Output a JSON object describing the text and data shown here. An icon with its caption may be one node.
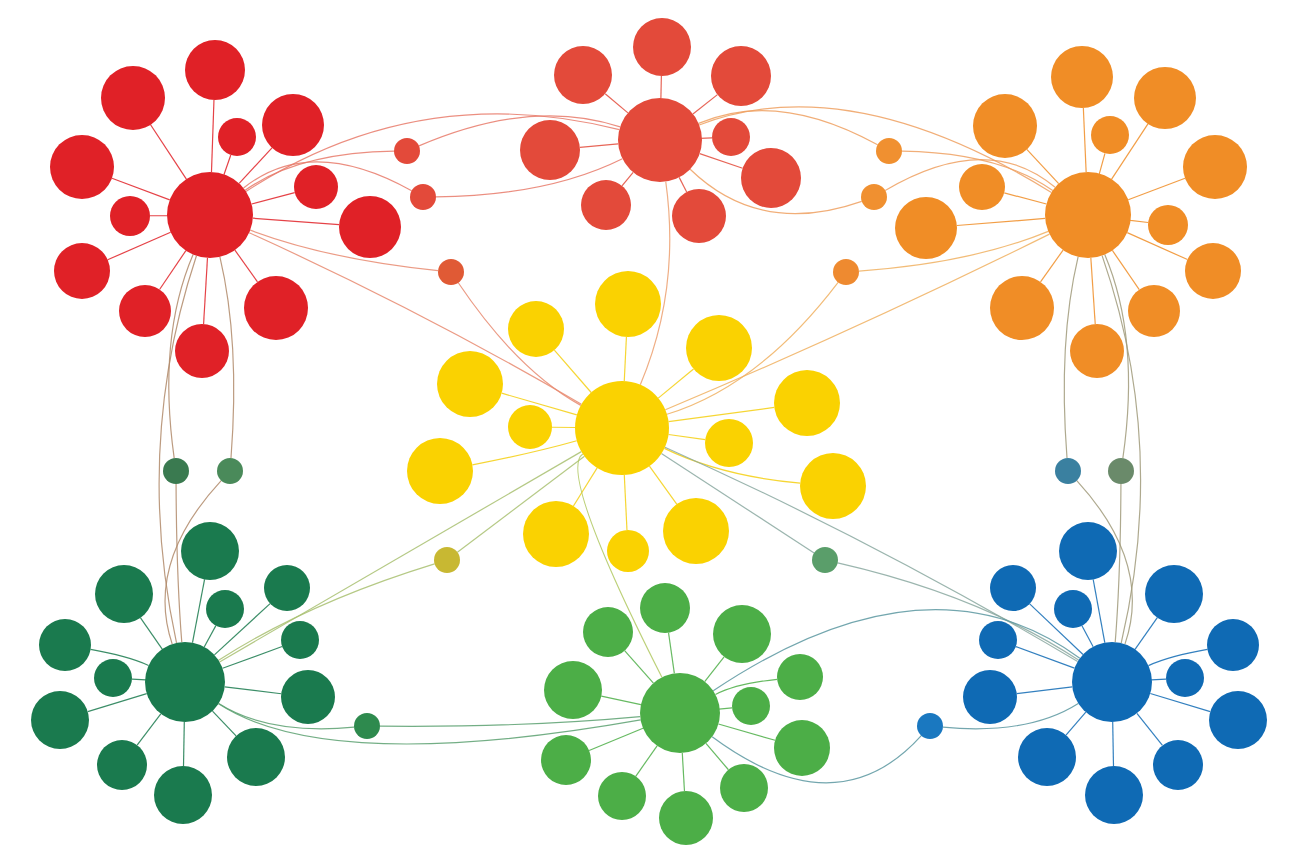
{
  "diagram": {
    "nodes": [
      {
        "text": [],
        "shape": "circle"
      },
      {
        "text": [],
        "shape": "circle"
      },
      {
        "text": [],
        "shape": "circle"
      },
      {
        "text": [],
        "shape": "circle"
      },
      {
        "text": [],
        "shape": "circle"
      },
      {
        "text": [],
        "shape": "circle"
      },
      {
        "text": [],
        "shape": "circle"
      },
      {
        "text": [],
        "shape": "circle"
      },
      {
        "text": [],
        "shape": "circle"
      },
      {
        "text": [],
        "shape": "circle"
      },
      {
        "text": [],
        "shape": "circle"
      },
      {
        "text": [],
        "shape": "circle"
      },
      {
        "text": [],
        "shape": "circle"
      },
      {
        "text": [],
        "shape": "circle"
      },
      {
        "text": [],
        "shape": "circle"
      },
      {
        "text": [],
        "shape": "circle"
      },
      {
        "text": [],
        "shape": "circle"
      },
      {
        "text": [],
        "shape": "circle"
      },
      {
        "text": [],
        "shape": "circle"
      },
      {
        "text": [],
        "shape": "circle"
      },
      {
        "text": [],
        "shape": "circle"
      },
      {
        "text": [],
        "shape": "circle"
      },
      {
        "text": [],
        "shape": "circle"
      },
      {
        "text": [],
        "shape": "circle"
      },
      {
        "text": [],
        "shape": "circle"
      },
      {
        "text": [],
        "shape": "circle"
      },
      {
        "text": [],
        "shape": "circle"
      },
      {
        "text": [],
        "shape": "circle"
      },
      {
        "text": [],
        "shape": "circle"
      },
      {
        "text": [],
        "shape": "circle"
      },
      {
        "text": [],
        "shape": "circle"
      },
      {
        "text": [],
        "shape": "circle"
      },
      {
        "text": [],
        "shape": "circle"
      },
      {
        "text": [],
        "shape": "circle"
      },
      {
        "text": [],
        "shape": "circle"
      },
      {
        "text": [],
        "shape": "circle"
      },
      {
        "text": [],
        "shape": "circle"
      },
      {
        "text": [],
        "shape": "circle"
      },
      {
        "text": [],
        "shape": "circle"
      },
      {
        "text": [],
        "shape": "circle"
      },
      {
        "text": [],
        "shape": "circle"
      },
      {
        "text": [],
        "shape": "circle"
      },
      {
        "text": [],
        "shape": "circle"
      },
      {
        "text": [],
        "shape": "circle"
      },
      {
        "text": [],
        "shape": "circle"
      },
      {
        "text": [],
        "shape": "circle"
      },
      {
        "text": [],
        "shape": "circle"
      },
      {
        "text": [],
        "shape": "circle"
      },
      {
        "text": [],
        "shape": "circle"
      },
      {
        "text": [],
        "shape": "circle"
      },
      {
        "text": [],
        "shape": "circle"
      },
      {
        "text": [],
        "shape": "circle"
      },
      {
        "text": [],
        "shape": "circle"
      },
      {
        "text": [],
        "shape": "circle"
      },
      {
        "text": [],
        "shape": "circle"
      },
      {
        "text": [],
        "shape": "circle"
      },
      {
        "text": [],
        "shape": "circle"
      },
      {
        "text": [],
        "shape": "circle"
      },
      {
        "text": [],
        "shape": "circle"
      },
      {
        "text": [],
        "shape": "circle"
      },
      {
        "text": [],
        "shape": "circle"
      },
      {
        "text": [],
        "shape": "circle"
      },
      {
        "text": [],
        "shape": "circle"
      },
      {
        "text": [],
        "shape": "circle"
      },
      {
        "text": [],
        "shape": "circle"
      },
      {
        "text": [],
        "shape": "circle"
      },
      {
        "text": [],
        "shape": "circle"
      },
      {
        "text": [],
        "shape": "circle"
      },
      {
        "text": [],
        "shape": "circle"
      },
      {
        "text": [],
        "shape": "circle"
      },
      {
        "text": [],
        "shape": "circle"
      },
      {
        "text": [],
        "shape": "circle"
      },
      {
        "text": [],
        "shape": "circle"
      },
      {
        "text": [],
        "shape": "circle"
      },
      {
        "text": [],
        "shape": "circle"
      },
      {
        "text": [],
        "shape": "circle"
      },
      {
        "text": [],
        "shape": "circle"
      },
      {
        "text": [],
        "shape": "circle"
      },
      {
        "text": [],
        "shape": "circle"
      },
      {
        "text": [],
        "shape": "circle"
      },
      {
        "text": [],
        "shape": "circle"
      },
      {
        "text": [],
        "shape": "circle"
      },
      {
        "text": [],
        "shape": "circle"
      },
      {
        "text": [],
        "shape": "circle"
      },
      {
        "text": [],
        "shape": "circle"
      },
      {
        "text": [],
        "shape": "circle"
      },
      {
        "text": [],
        "shape": "circle"
      },
      {
        "text": [],
        "shape": "circle"
      },
      {
        "text": [],
        "shape": "circle"
      },
      {
        "text": [],
        "shape": "circle"
      },
      {
        "text": [],
        "shape": "circle"
      },
      {
        "text": [],
        "shape": "circle"
      },
      {
        "text": [],
        "shape": "circle"
      },
      {
        "text": [],
        "shape": "circle"
      },
      {
        "text": [],
        "shape": "circle"
      },
      {
        "text": [],
        "shape": "circle"
      },
      {
        "text": [],
        "shape": "circle"
      },
      {
        "text": [],
        "shape": "circle"
      },
      {
        "text": [],
        "shape": "circle"
      },
      {
        "text": [],
        "shape": "circle"
      }
    ],
    "edges": [
      {
        "from": 0,
        "to": 1,
        "arrow": "none",
        "color": "#e02127"
      },
      {
        "from": 0,
        "to": 2,
        "arrow": "none",
        "color": "#e02127"
      },
      {
        "from": 0,
        "to": 3,
        "arrow": "none",
        "color": "#e02127"
      },
      {
        "from": 0,
        "to": 4,
        "arrow": "none",
        "color": "#e02127"
      },
      {
        "from": 0,
        "to": 5,
        "arrow": "none",
        "color": "#e02127"
      },
      {
        "from": 0,
        "to": 6,
        "arrow": "none",
        "color": "#e02127"
      },
      {
        "from": 0,
        "to": 7,
        "arrow": "none",
        "color": "#e02127"
      },
      {
        "from": 0,
        "to": 8,
        "arrow": "none",
        "color": "#e02127"
      },
      {
        "from": 0,
        "to": 9,
        "arrow": "none",
        "color": "#e02127"
      },
      {
        "from": 0,
        "to": 10,
        "arrow": "none",
        "color": "#e02127"
      },
      {
        "from": 0,
        "to": 11,
        "arrow": "none",
        "color": "#e02127"
      },
      {
        "from": 0,
        "to": 12,
        "arrow": "none",
        "color": "#e02127"
      },
      {
        "from": 13,
        "to": 14,
        "arrow": "none",
        "color": "#e34a3a"
      },
      {
        "from": 13,
        "to": 15,
        "arrow": "none",
        "color": "#e34a3a"
      },
      {
        "from": 13,
        "to": 16,
        "arrow": "none",
        "color": "#e34a3a"
      },
      {
        "from": 13,
        "to": 17,
        "arrow": "none",
        "color": "#e34a3a"
      },
      {
        "from": 13,
        "to": 18,
        "arrow": "none",
        "color": "#e34a3a"
      },
      {
        "from": 13,
        "to": 19,
        "arrow": "none",
        "color": "#e34a3a"
      },
      {
        "from": 13,
        "to": 20,
        "arrow": "none",
        "color": "#e34a3a"
      },
      {
        "from": 13,
        "to": 21,
        "arrow": "none",
        "color": "#e34a3a"
      },
      {
        "from": 25,
        "to": 26,
        "arrow": "none",
        "color": "#f08d26"
      },
      {
        "from": 25,
        "to": 27,
        "arrow": "none",
        "color": "#f08d26"
      },
      {
        "from": 25,
        "to": 28,
        "arrow": "none",
        "color": "#f08d26"
      },
      {
        "from": 25,
        "to": 29,
        "arrow": "none",
        "color": "#f08d26"
      },
      {
        "from": 25,
        "to": 30,
        "arrow": "none",
        "color": "#f08d26"
      },
      {
        "from": 25,
        "to": 31,
        "arrow": "none",
        "color": "#f08d26"
      },
      {
        "from": 25,
        "to": 32,
        "arrow": "none",
        "color": "#f08d26"
      },
      {
        "from": 25,
        "to": 33,
        "arrow": "none",
        "color": "#f08d26"
      },
      {
        "from": 25,
        "to": 34,
        "arrow": "none",
        "color": "#f08d26"
      },
      {
        "from": 25,
        "to": 35,
        "arrow": "none",
        "color": "#f08d26"
      },
      {
        "from": 25,
        "to": 36,
        "arrow": "none",
        "color": "#f08d26"
      },
      {
        "from": 25,
        "to": 37,
        "arrow": "none",
        "color": "#f08d26"
      },
      {
        "from": 41,
        "to": 42,
        "arrow": "none",
        "color": "#f5cf10"
      },
      {
        "from": 41,
        "to": 43,
        "arrow": "none",
        "color": "#f5cf10"
      },
      {
        "from": 41,
        "to": 44,
        "arrow": "none",
        "color": "#f5cf10"
      },
      {
        "from": 41,
        "to": 45,
        "arrow": "none",
        "color": "#f5cf10"
      },
      {
        "from": 41,
        "to": 46,
        "arrow": "none",
        "color": "#f5cf10"
      },
      {
        "from": 41,
        "to": 47,
        "arrow": "none",
        "color": "#f5cf10"
      },
      {
        "from": 41,
        "to": 48,
        "arrow": "none",
        "color": "#f5cf10"
      },
      {
        "from": 41,
        "to": 49,
        "arrow": "none",
        "color": "#f5cf10"
      },
      {
        "from": 41,
        "to": 50,
        "arrow": "none",
        "color": "#f5cf10"
      },
      {
        "from": 41,
        "to": 51,
        "arrow": "none",
        "color": "#f5cf10"
      },
      {
        "from": 41,
        "to": 52,
        "arrow": "none",
        "color": "#f5cf10"
      },
      {
        "from": 41,
        "to": 53,
        "arrow": "none",
        "color": "#f5cf10"
      },
      {
        "from": 56,
        "to": 57,
        "arrow": "none",
        "color": "#1a7a4e"
      },
      {
        "from": 56,
        "to": 58,
        "arrow": "none",
        "color": "#1a7a4e"
      },
      {
        "from": 56,
        "to": 59,
        "arrow": "none",
        "color": "#1a7a4e"
      },
      {
        "from": 56,
        "to": 60,
        "arrow": "none",
        "color": "#1a7a4e"
      },
      {
        "from": 56,
        "to": 61,
        "arrow": "none",
        "color": "#1a7a4e"
      },
      {
        "from": 56,
        "to": 62,
        "arrow": "none",
        "color": "#1a7a4e"
      },
      {
        "from": 56,
        "to": 63,
        "arrow": "none",
        "color": "#1a7a4e"
      },
      {
        "from": 56,
        "to": 64,
        "arrow": "none",
        "color": "#1a7a4e"
      },
      {
        "from": 56,
        "to": 65,
        "arrow": "none",
        "color": "#1a7a4e"
      },
      {
        "from": 56,
        "to": 66,
        "arrow": "none",
        "color": "#1a7a4e"
      },
      {
        "from": 56,
        "to": 67,
        "arrow": "none",
        "color": "#1a7a4e"
      },
      {
        "from": 56,
        "to": 68,
        "arrow": "none",
        "color": "#1a7a4e"
      },
      {
        "from": 72,
        "to": 73,
        "arrow": "none",
        "color": "#4cae47"
      },
      {
        "from": 72,
        "to": 74,
        "arrow": "none",
        "color": "#4cae47"
      },
      {
        "from": 72,
        "to": 75,
        "arrow": "none",
        "color": "#4cae47"
      },
      {
        "from": 72,
        "to": 76,
        "arrow": "none",
        "color": "#4cae47"
      },
      {
        "from": 72,
        "to": 77,
        "arrow": "none",
        "color": "#4cae47"
      },
      {
        "from": 72,
        "to": 78,
        "arrow": "none",
        "color": "#4cae47"
      },
      {
        "from": 72,
        "to": 79,
        "arrow": "none",
        "color": "#4cae47"
      },
      {
        "from": 72,
        "to": 80,
        "arrow": "none",
        "color": "#4cae47"
      },
      {
        "from": 72,
        "to": 81,
        "arrow": "none",
        "color": "#4cae47"
      },
      {
        "from": 72,
        "to": 82,
        "arrow": "none",
        "color": "#4cae47"
      },
      {
        "from": 72,
        "to": 83,
        "arrow": "none",
        "color": "#4cae47"
      },
      {
        "from": 84,
        "to": 85,
        "arrow": "none",
        "color": "#0f6ab4"
      },
      {
        "from": 84,
        "to": 86,
        "arrow": "none",
        "color": "#0f6ab4"
      },
      {
        "from": 84,
        "to": 87,
        "arrow": "none",
        "color": "#0f6ab4"
      },
      {
        "from": 84,
        "to": 88,
        "arrow": "none",
        "color": "#0f6ab4"
      },
      {
        "from": 84,
        "to": 89,
        "arrow": "none",
        "color": "#0f6ab4"
      },
      {
        "from": 84,
        "to": 90,
        "arrow": "none",
        "color": "#0f6ab4"
      },
      {
        "from": 84,
        "to": 91,
        "arrow": "none",
        "color": "#0f6ab4"
      },
      {
        "from": 84,
        "to": 92,
        "arrow": "none",
        "color": "#0f6ab4"
      },
      {
        "from": 84,
        "to": 93,
        "arrow": "none",
        "color": "#0f6ab4"
      },
      {
        "from": 84,
        "to": 94,
        "arrow": "none",
        "color": "#0f6ab4"
      },
      {
        "from": 84,
        "to": 95,
        "arrow": "none",
        "color": "#0f6ab4"
      },
      {
        "from": 84,
        "to": 96,
        "arrow": "none",
        "color": "#0f6ab4"
      },
      {
        "from": 0,
        "to": 22,
        "arrow": "none",
        "color": "#e87a6a"
      },
      {
        "from": 22,
        "to": 13,
        "arrow": "none",
        "color": "#e87a6a"
      },
      {
        "from": 0,
        "to": 23,
        "arrow": "none",
        "color": "#e87a6a"
      },
      {
        "from": 23,
        "to": 13,
        "arrow": "none",
        "color": "#e87a6a"
      },
      {
        "from": 0,
        "to": 13,
        "arrow": "none",
        "color": "#e87a6a"
      },
      {
        "from": 13,
        "to": 38,
        "arrow": "none",
        "color": "#eea060"
      },
      {
        "from": 38,
        "to": 25,
        "arrow": "none",
        "color": "#eea060"
      },
      {
        "from": 13,
        "to": 39,
        "arrow": "none",
        "color": "#eea060"
      },
      {
        "from": 39,
        "to": 25,
        "arrow": "none",
        "color": "#eea060"
      },
      {
        "from": 13,
        "to": 25,
        "arrow": "none",
        "color": "#eea060"
      },
      {
        "from": 0,
        "to": 24,
        "arrow": "none",
        "color": "#e88a70"
      },
      {
        "from": 24,
        "to": 41,
        "arrow": "none",
        "color": "#e88a70"
      },
      {
        "from": 0,
        "to": 41,
        "arrow": "none",
        "color": "#e88a70"
      },
      {
        "from": 25,
        "to": 40,
        "arrow": "none",
        "color": "#f0b060"
      },
      {
        "from": 40,
        "to": 41,
        "arrow": "none",
        "color": "#f0b060"
      },
      {
        "from": 25,
        "to": 41,
        "arrow": "none",
        "color": "#f0b060"
      },
      {
        "from": 0,
        "to": 69,
        "arrow": "none",
        "color": "#b08a6a"
      },
      {
        "from": 69,
        "to": 56,
        "arrow": "none",
        "color": "#b08a6a"
      },
      {
        "from": 0,
        "to": 70,
        "arrow": "none",
        "color": "#b08a6a"
      },
      {
        "from": 70,
        "to": 56,
        "arrow": "none",
        "color": "#b08a6a"
      },
      {
        "from": 0,
        "to": 56,
        "arrow": "none",
        "color": "#b08a6a"
      },
      {
        "from": 25,
        "to": 97,
        "arrow": "none",
        "color": "#a09a7a"
      },
      {
        "from": 97,
        "to": 84,
        "arrow": "none",
        "color": "#a09a7a"
      },
      {
        "from": 25,
        "to": 98,
        "arrow": "none",
        "color": "#a09a7a"
      },
      {
        "from": 98,
        "to": 84,
        "arrow": "none",
        "color": "#a09a7a"
      },
      {
        "from": 25,
        "to": 84,
        "arrow": "none",
        "color": "#a09a7a"
      },
      {
        "from": 13,
        "to": 41,
        "arrow": "none",
        "color": "#eca070"
      },
      {
        "from": 41,
        "to": 54,
        "arrow": "none",
        "color": "#a8c070"
      },
      {
        "from": 54,
        "to": 56,
        "arrow": "none",
        "color": "#a8c070"
      },
      {
        "from": 41,
        "to": 56,
        "arrow": "none",
        "color": "#a8c070"
      },
      {
        "from": 41,
        "to": 55,
        "arrow": "none",
        "color": "#8aa8a0"
      },
      {
        "from": 55,
        "to": 84,
        "arrow": "none",
        "color": "#8aa8a0"
      },
      {
        "from": 41,
        "to": 84,
        "arrow": "none",
        "color": "#8aa8a0"
      },
      {
        "from": 41,
        "to": 72,
        "arrow": "none",
        "color": "#b0c860"
      },
      {
        "from": 56,
        "to": 71,
        "arrow": "none",
        "color": "#5aa070"
      },
      {
        "from": 71,
        "to": 72,
        "arrow": "none",
        "color": "#5aa070"
      },
      {
        "from": 56,
        "to": 72,
        "arrow": "none",
        "color": "#5aa070"
      },
      {
        "from": 72,
        "to": 99,
        "arrow": "none",
        "color": "#5a96a0"
      },
      {
        "from": 99,
        "to": 84,
        "arrow": "none",
        "color": "#5a96a0"
      },
      {
        "from": 72,
        "to": 84,
        "arrow": "none",
        "color": "#5a96a0"
      }
    ]
  }
}
